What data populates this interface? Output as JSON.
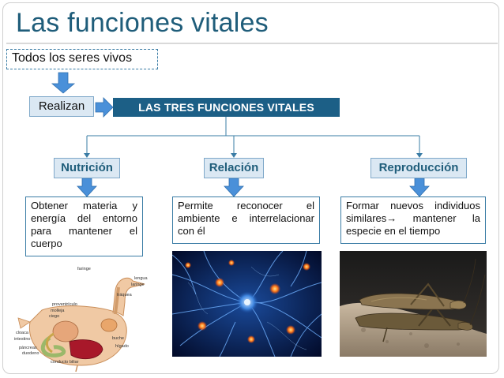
{
  "title": "Las funciones vitales",
  "top_box": "Todos los seres vivos",
  "realizan": "Realizan",
  "tres_funciones": "LAS TRES FUNCIONES VITALES",
  "functions": [
    {
      "name": "Nutrición",
      "desc": "Obtener materia y energía del entorno para mantener el cuerpo"
    },
    {
      "name": "Relación",
      "desc": "Permite reconocer el ambiente e interrelacionar con él"
    },
    {
      "name": "Reproducción",
      "desc": "Formar nuevos individuos similares→ mantener la especie en el tiempo"
    }
  ],
  "bird_labels": {
    "faringe": "faringe",
    "lengua": "lengua",
    "laringe": "laringe",
    "traquea": "tráquea",
    "proventriculo": "proventrículo",
    "molleja": "molleja",
    "ciego": "ciego",
    "cloaca": "cloaca",
    "intestino": "intestino",
    "pancreas": "páncreas",
    "duodeno": "duodeno",
    "buche": "buche",
    "higado": "hígado",
    "conducto_biliar": "conducto biliar"
  },
  "colors": {
    "title": "#1f5d7a",
    "dark_blue": "#1c5f86",
    "light_blue_fill": "#dbe8f3",
    "arrow_blue": "#4a90d9",
    "border_blue": "#3a7ca5"
  },
  "icons": [
    "down-arrow-icon",
    "right-arrow-icon"
  ]
}
